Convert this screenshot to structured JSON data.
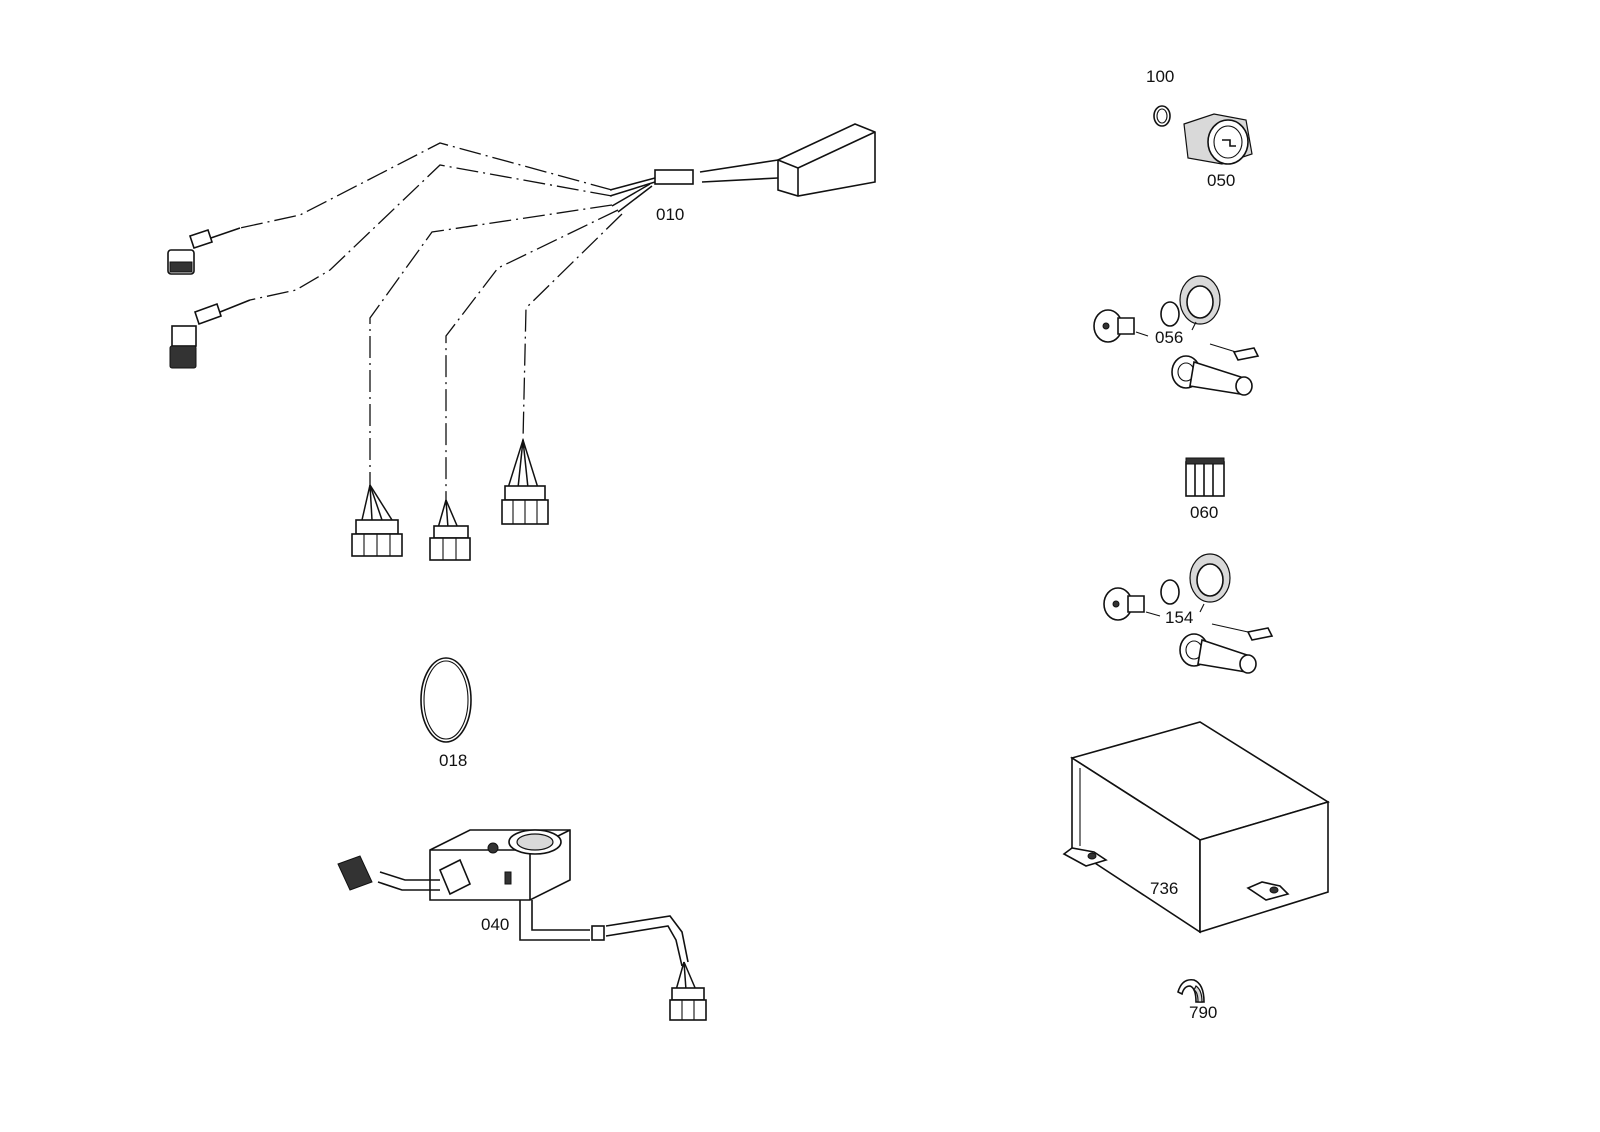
{
  "parts": [
    {
      "id": "p010",
      "number": "010"
    },
    {
      "id": "p018",
      "number": "018"
    },
    {
      "id": "p040",
      "number": "040"
    },
    {
      "id": "p050",
      "number": "050"
    },
    {
      "id": "p056",
      "number": "056"
    },
    {
      "id": "p060",
      "number": "060"
    },
    {
      "id": "p100",
      "number": "100"
    },
    {
      "id": "p154",
      "number": "154"
    },
    {
      "id": "p736",
      "number": "736"
    },
    {
      "id": "p790",
      "number": "790"
    }
  ]
}
